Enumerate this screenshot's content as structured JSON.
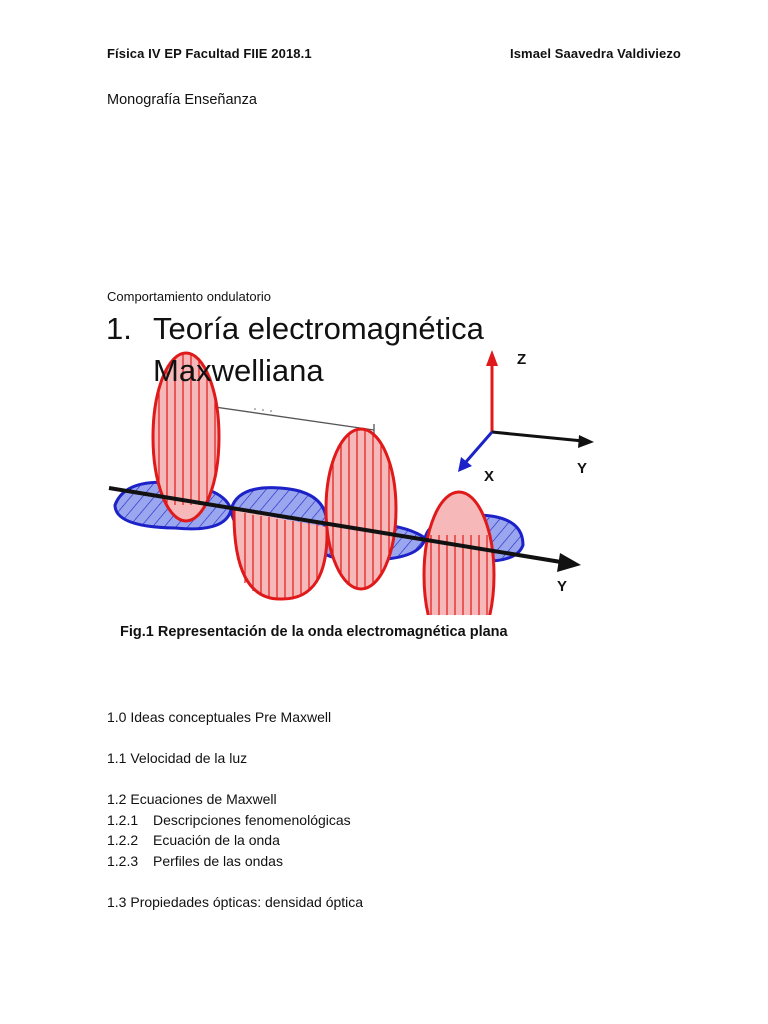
{
  "header": {
    "left": "Física IV EP Facultad FIIE  2018.1",
    "right": "Ismael Saavedra Valdiviezo"
  },
  "subtitle": "Monografía Enseñanza",
  "section_label": "Comportamiento ondulatorio",
  "heading": {
    "number": "1.",
    "line1": "Teoría electromagnética",
    "line2": "Maxwelliana"
  },
  "figure": {
    "axis_labels": {
      "z": "Z",
      "x": "X",
      "y_small": "Y",
      "y_main": "Y"
    },
    "caption": "Fig.1 Representación de la onda electromagnética plana",
    "colors": {
      "electric_field": "#e01a1a",
      "electric_fill": "#f6b8b8",
      "magnetic_field": "#1c22c8",
      "magnetic_fill": "#9aa6ee",
      "axis": "#111111"
    }
  },
  "toc": {
    "s1_0": "1.0 Ideas conceptuales Pre Maxwell",
    "s1_1": "1.1 Velocidad de la luz",
    "s1_2": "1.2  Ecuaciones de Maxwell",
    "s1_2_1_num": "1.2.1",
    "s1_2_1_text": "Descripciones fenomenológicas",
    "s1_2_2_num": "1.2.2",
    "s1_2_2_text": "Ecuación de la onda",
    "s1_2_3_num": "1.2.3",
    "s1_2_3_text": "Perfiles de las ondas",
    "s1_3": "1.3 Propiedades ópticas: densidad óptica"
  }
}
